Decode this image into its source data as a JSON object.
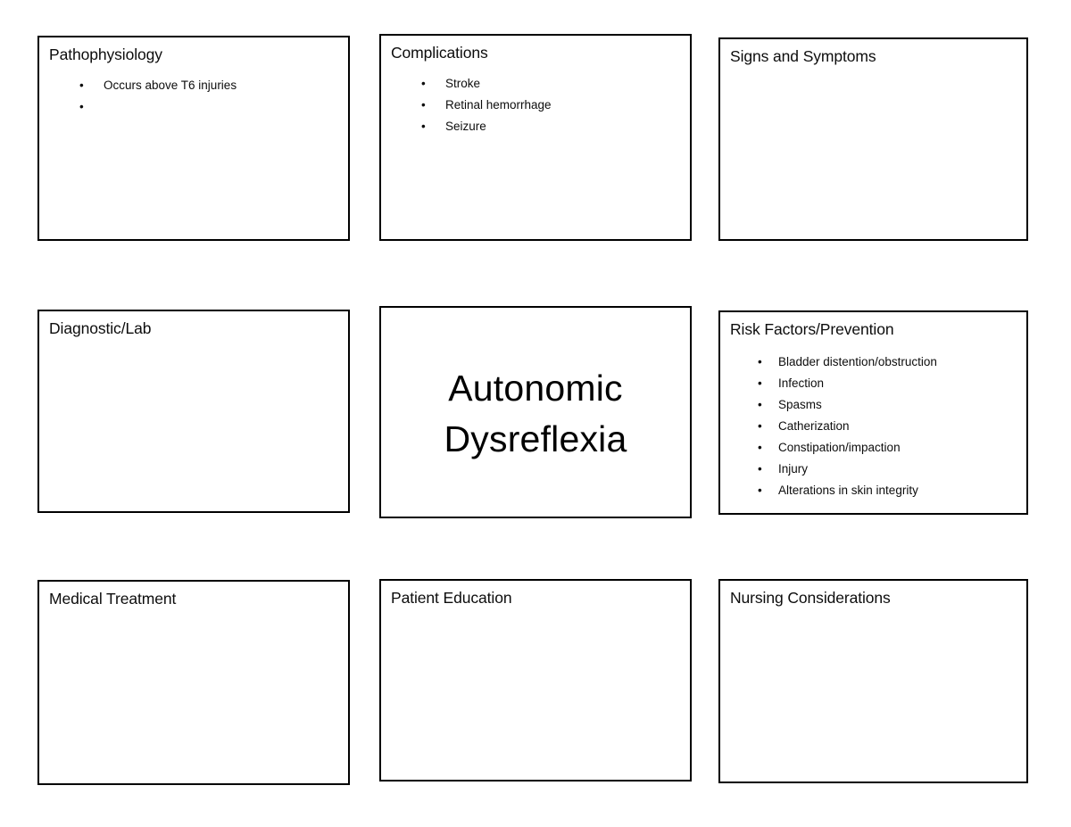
{
  "worksheet": {
    "center": {
      "title_line_1": "Autonomic",
      "title_line_2": "Dysreflexia"
    },
    "boxes": [
      {
        "id": "pathophysiology",
        "title": "Pathophysiology",
        "bullets": [
          "Occurs above T6 injuries",
          ""
        ]
      },
      {
        "id": "complications",
        "title": "Complications",
        "bullets": [
          "Stroke",
          "Retinal hemorrhage",
          "Seizure"
        ]
      },
      {
        "id": "signs-and-symptoms",
        "title": "Signs and Symptoms",
        "bullets": []
      },
      {
        "id": "diagnostic-lab",
        "title": "Diagnostic/Lab",
        "bullets": []
      },
      {
        "id": "risk-factors-prevention",
        "title": "Risk Factors/Prevention",
        "bullets": [
          "Bladder distention/obstruction",
          "Infection",
          "Spasms",
          "Catherization",
          "Constipation/impaction",
          "Injury",
          "Alterations in skin integrity"
        ]
      },
      {
        "id": "medical-treatment",
        "title": "Medical Treatment",
        "bullets": []
      },
      {
        "id": "patient-education",
        "title": "Patient Education",
        "bullets": []
      },
      {
        "id": "nursing-considerations",
        "title": "Nursing Considerations",
        "bullets": []
      }
    ],
    "bullet_glyph": "•"
  }
}
